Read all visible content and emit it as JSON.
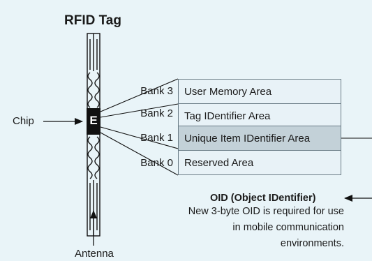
{
  "title": "RFID Tag",
  "chip_label": "Chip",
  "chip_letter": "E",
  "antenna_label": "Antenna",
  "banks": [
    {
      "label": "Bank 3",
      "area": "User Memory Area",
      "highlight": false
    },
    {
      "label": "Bank 2",
      "area": "Tag IDentifier Area",
      "highlight": false
    },
    {
      "label": "Bank 1",
      "area": "Unique Item IDentifier Area",
      "highlight": true
    },
    {
      "label": "Bank 0",
      "area": "Reserved Area",
      "highlight": false
    }
  ],
  "oid": {
    "title": "OID (Object IDentifier)",
    "description_lines": [
      "New 3-byte OID is required for use",
      "in mobile communication",
      "environments."
    ]
  },
  "colors": {
    "background": "#e9f4f8",
    "cell_fill": "#e8f2f7",
    "cell_highlight": "#c3d1d8"
  }
}
